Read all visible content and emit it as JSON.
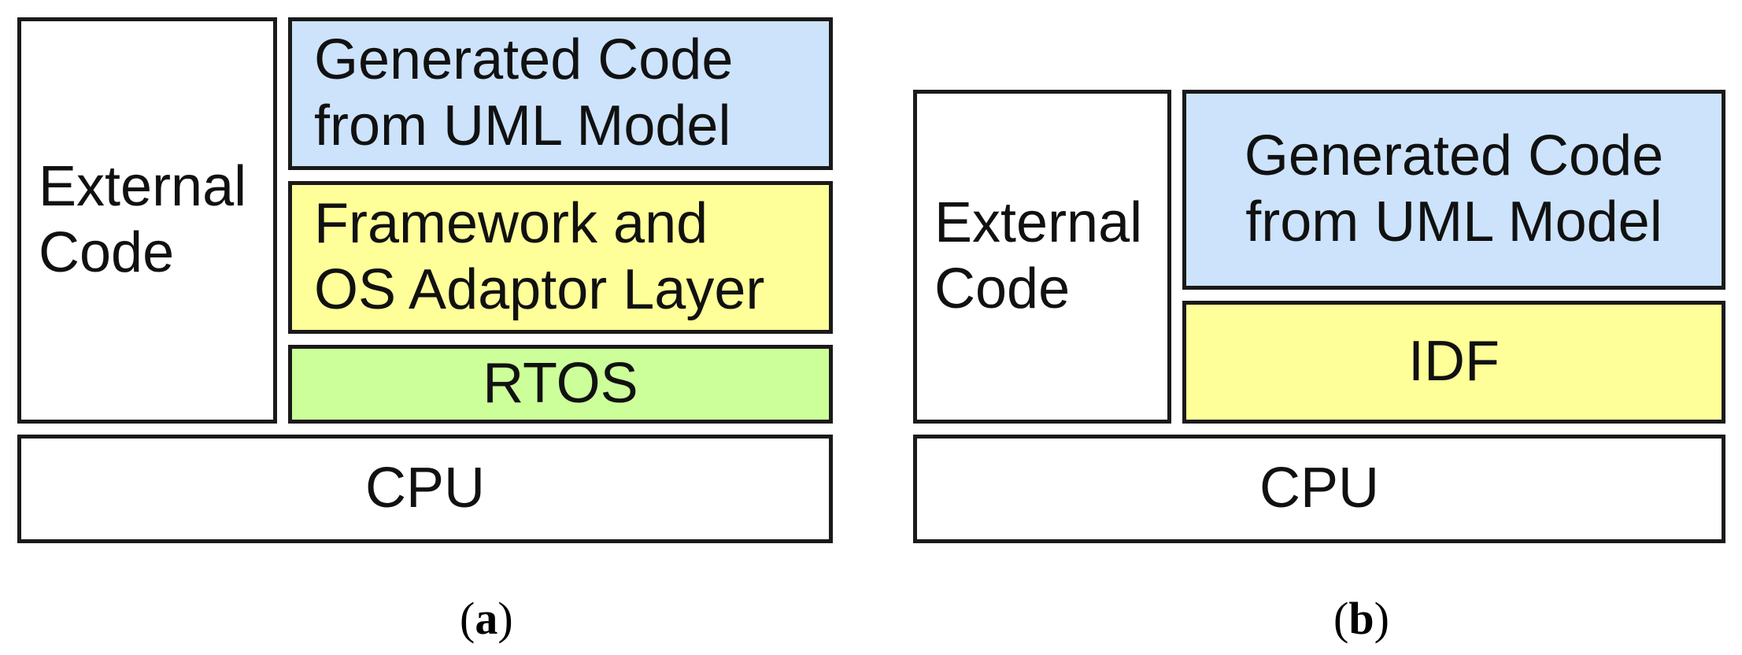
{
  "colors": {
    "generated": "#cce3fb",
    "framework": "#ffff99",
    "rtos": "#ccff99",
    "plain": "#ffffff",
    "border": "#1a1a1a"
  },
  "panel_a": {
    "external_code": [
      "External",
      "Code"
    ],
    "generated_code": [
      "Generated Code",
      "from UML Model"
    ],
    "framework_layer": [
      "Framework and",
      "OS Adaptor Layer"
    ],
    "rtos": "RTOS",
    "cpu": "CPU",
    "caption": {
      "open": "(",
      "letter": "a",
      "close": ")"
    }
  },
  "panel_b": {
    "external_code": [
      "External",
      "Code"
    ],
    "generated_code": [
      "Generated Code",
      "from UML Model"
    ],
    "idf": "IDF",
    "cpu": "CPU",
    "caption": {
      "open": "(",
      "letter": "b",
      "close": ")"
    }
  }
}
